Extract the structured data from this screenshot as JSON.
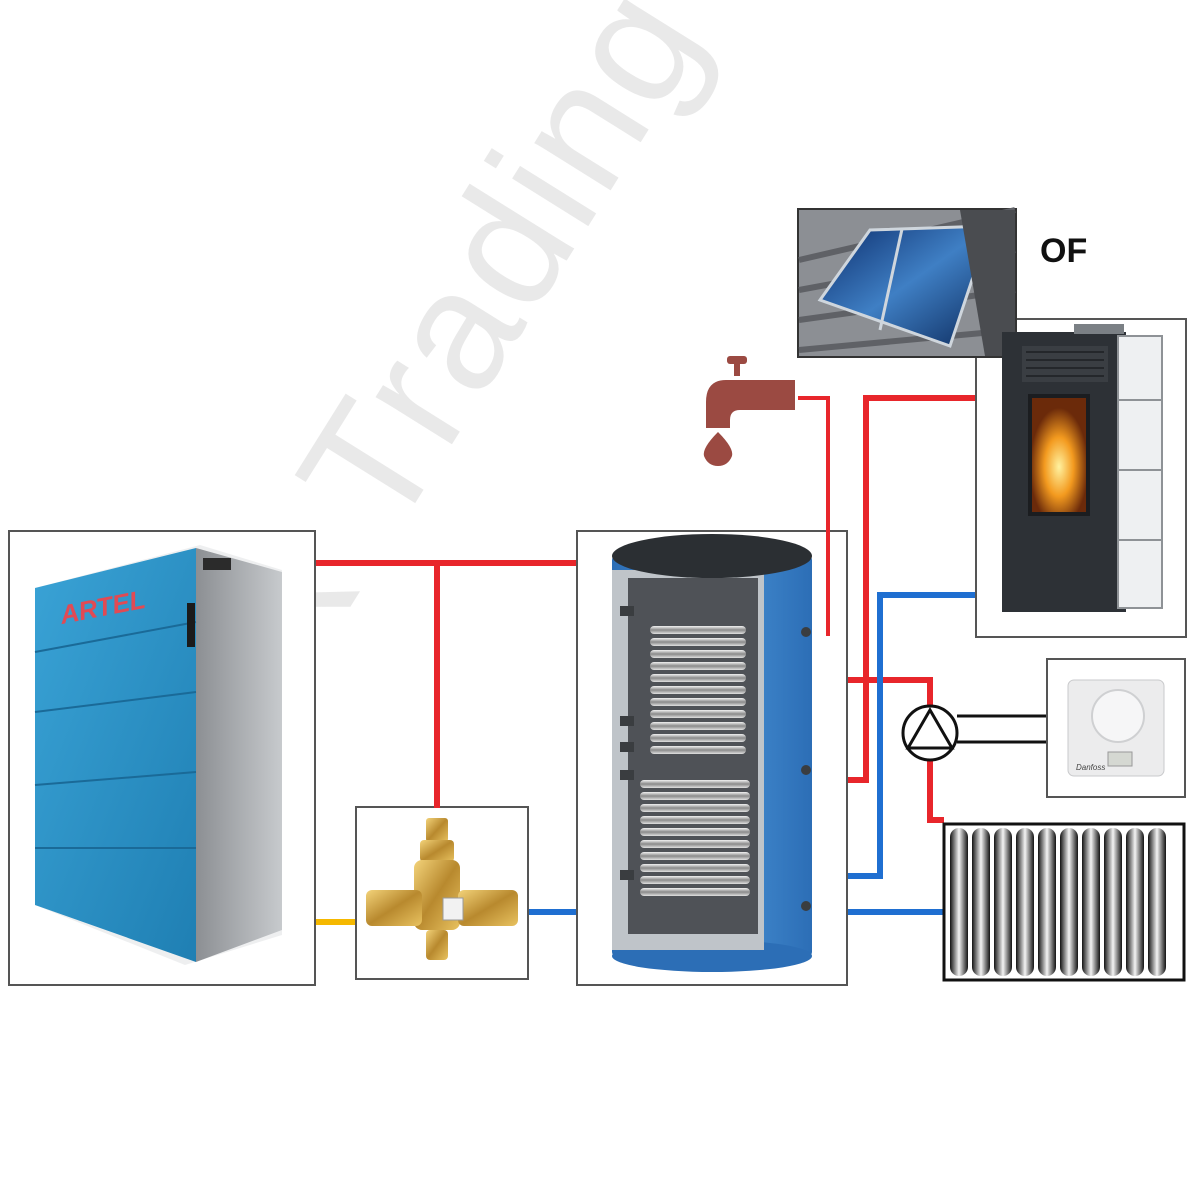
{
  "boiler": {
    "brand_text": "ARTEL",
    "body_color": "#2f93c6"
  },
  "stove": {
    "label": "OF"
  },
  "thermostat": {
    "brand_text": "Danfoss"
  },
  "watermark": {
    "text": "R Trading"
  },
  "pipes": {
    "hot_color": "#e8262b",
    "cold_color": "#1f6fd1",
    "return_color": "#f5b800"
  },
  "components": [
    "boiler",
    "thermostatic-mixing-valve",
    "hot-water-tank",
    "water-tap",
    "solar-collector",
    "pellet-stove",
    "circulation-pump",
    "room-thermostat",
    "radiator"
  ]
}
